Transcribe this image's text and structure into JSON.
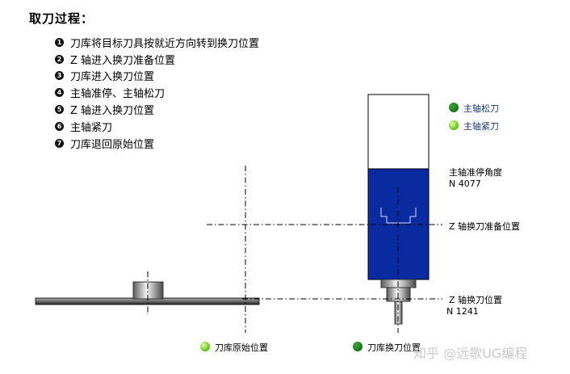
{
  "title": "取刀过程：",
  "steps": [
    {
      "num": "1",
      "text": "刀库将目标刀具按就近方向转到换刀位置"
    },
    {
      "num": "2",
      "text": "Z 轴进入换刀准备位置"
    },
    {
      "num": "3",
      "text": "刀库进入换刀位置"
    },
    {
      "num": "4",
      "text": "主轴准停、主轴松刀"
    },
    {
      "num": "5",
      "text": "Z 轴进入换刀位置"
    },
    {
      "num": "6",
      "text": "主轴紧刀"
    },
    {
      "num": "7",
      "text": "刀库退回原始位置"
    }
  ],
  "legend": {
    "release": "主轴松刀",
    "clamp": "主轴紧刀"
  },
  "labels": {
    "orient_angle": "主轴准停角度",
    "orient_value": "N 4077",
    "z_ready": "Z 轴换刀准备位置",
    "z_change": "Z 轴换刀位置",
    "z_change_value": "N 1241",
    "mag_home": "刀库原始位置",
    "mag_change": "刀库换刀位置"
  },
  "watermark": "知乎 @远歌UG编程",
  "colors": {
    "spindle_blue": "#0a2aa0",
    "lamp_dark_green": "#0a6a0a",
    "lamp_light_green": "#7ad31a"
  }
}
